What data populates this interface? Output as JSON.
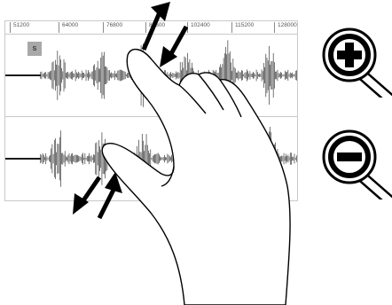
{
  "timeline": {
    "ticks": [
      "51200",
      "64000",
      "76800",
      "89600",
      "102400",
      "115200",
      "128000"
    ]
  },
  "track1": {
    "solo_label": "S"
  },
  "zoom": {
    "zoom_in_icon": "magnifier-plus-icon",
    "zoom_out_icon": "magnifier-minus-icon"
  },
  "gesture": {
    "icon": "pinch-zoom-hand-icon"
  },
  "colors": {
    "waveform": "#1a1a1a",
    "grid": "#c9c9c9",
    "solo_bg": "#a8a8a8"
  }
}
